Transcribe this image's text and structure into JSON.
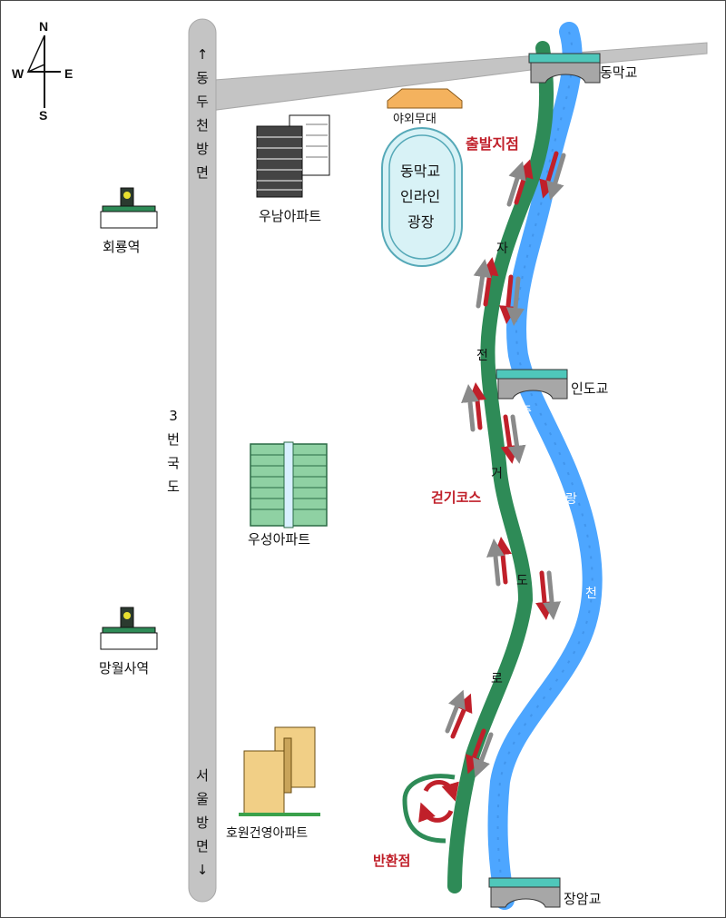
{
  "compass": {
    "n": "N",
    "s": "S",
    "w": "W",
    "e": "E"
  },
  "roads": {
    "top_direction": [
      "↑",
      "동",
      "두",
      "천",
      "방",
      "면"
    ],
    "route3": [
      "3",
      "번",
      "국",
      "도"
    ],
    "bottom_direction": [
      "서",
      "울",
      "방",
      "면",
      "↓"
    ]
  },
  "stations": {
    "hoeryong": "회룡역",
    "mangwolsa": "망월사역"
  },
  "apartments": {
    "unam": "우남아파트",
    "useong": "우성아파트",
    "howon": "호원건영아파트"
  },
  "plaza": {
    "stage": "야외무대",
    "line1": "동막교",
    "line2": "인라인",
    "line3": "광장"
  },
  "bridges": {
    "dongmak": "동막교",
    "indo": "인도교",
    "jangam": "장암교"
  },
  "labels": {
    "start": "출발지점",
    "walk": "걷기코스",
    "turn": "반환점"
  },
  "bike_path": [
    "자",
    "전",
    "거",
    "도",
    "로"
  ],
  "river": [
    "중",
    "랑",
    "천"
  ],
  "colors": {
    "bike_path": "#2e8b57",
    "river": "#4da6ff",
    "road": "#bdbdbd",
    "arrow": "#c0202a"
  }
}
